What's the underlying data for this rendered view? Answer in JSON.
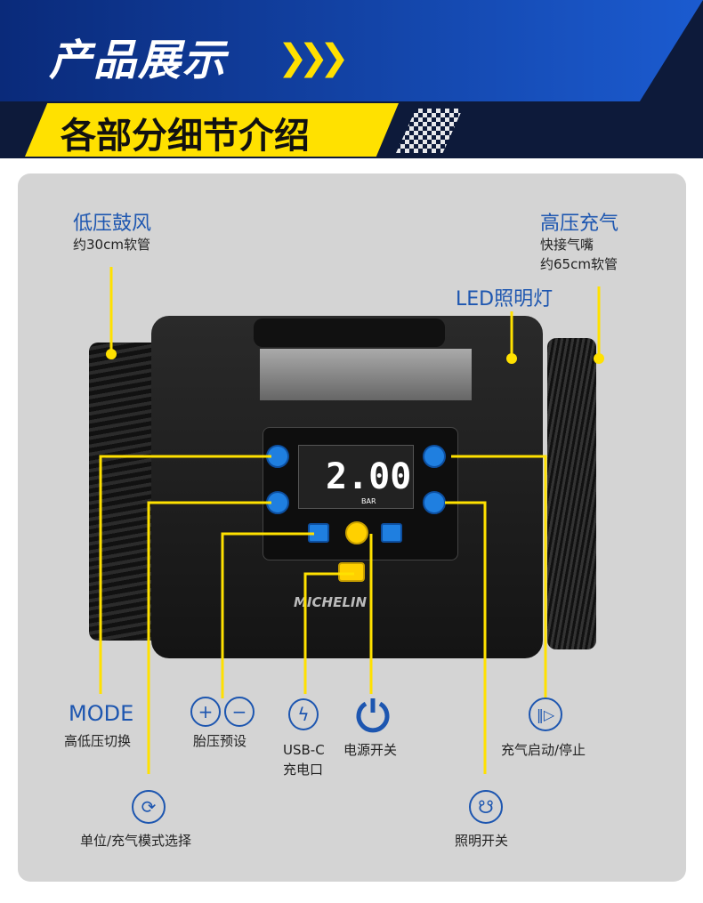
{
  "header": {
    "title": "产品展示",
    "chevrons": "❯❯❯",
    "subtitle": "各部分细节介绍"
  },
  "device": {
    "display_value": "2.00",
    "display_unit": "BAR",
    "brand": "MICHELIN"
  },
  "callouts": {
    "low_pressure": {
      "title": "低压鼓风",
      "note": "约30cm软管"
    },
    "high_pressure": {
      "title": "高压充气",
      "note1": "快接气嘴",
      "note2": "约65cm软管"
    },
    "led": {
      "title": "LED照明灯"
    },
    "mode": {
      "title": "MODE",
      "note": "高低压切换"
    },
    "preset": {
      "note": "胎压预设",
      "plus": "+",
      "minus": "−"
    },
    "usbc": {
      "note1": "USB-C",
      "note2": "充电口",
      "icon": "ϟ"
    },
    "power": {
      "note": "电源开关"
    },
    "start": {
      "note": "充气启动/停止",
      "icon": "‖▷"
    },
    "unit": {
      "note": "单位/充气模式选择",
      "icon": "⟳"
    },
    "light": {
      "note": "照明开关",
      "icon": "☋"
    }
  },
  "colors": {
    "accent_blue": "#1d56b0",
    "callout_yellow": "#ffe100"
  }
}
